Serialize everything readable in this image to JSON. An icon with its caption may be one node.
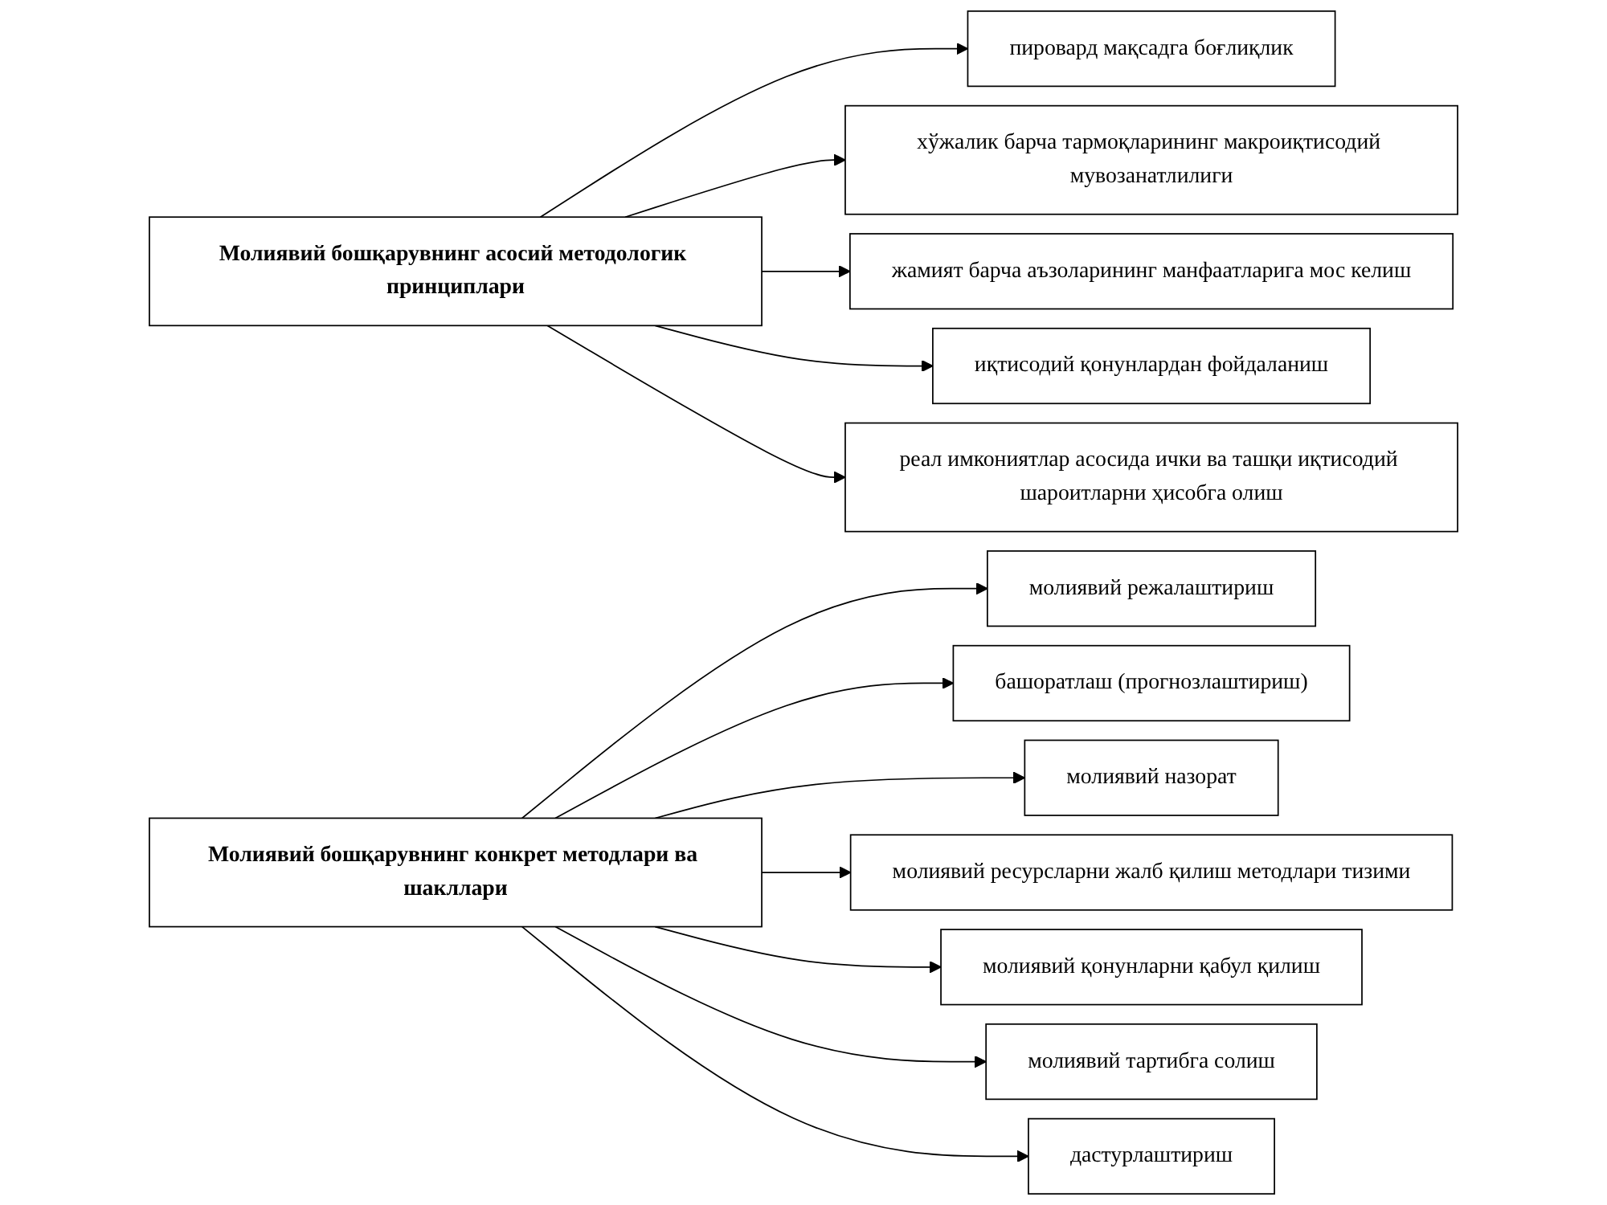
{
  "diagram": {
    "nodes": [
      {
        "text": [
          "Молиявий бошқарувнинг асосий методологик принциплари"
        ]
      },
      {
        "text": [
          "пировард мақсадга боғлиқлик"
        ]
      },
      {
        "text": [
          "хўжалик барча тармоқларининг макроиқтисодий мувозанатлилиги"
        ]
      },
      {
        "text": [
          "жамият барча аъзоларининг манфаатларига мос келиш"
        ]
      },
      {
        "text": [
          "иқтисодий қонунлардан фойдаланиш"
        ]
      },
      {
        "text": [
          "реал имкониятлар асосида ички ва ташқи иқтисодий шароитларни ҳисобга олиш"
        ]
      },
      {
        "text": [
          "Молиявий бошқарувнинг конкрет методлари ва шакллари"
        ]
      },
      {
        "text": [
          "молиявий режалаштириш"
        ]
      },
      {
        "text": [
          "дастурлаштириш"
        ]
      },
      {
        "text": [
          "башоратлаш (прогнозлаштириш)"
        ]
      },
      {
        "text": [
          "молиявий тартибга солиш"
        ]
      },
      {
        "text": [
          "молиявий назорат"
        ]
      },
      {
        "text": [
          "молиявий қонунларни қабул қилиш"
        ]
      },
      {
        "text": [
          "молиявий ресурсларни жалб қилиш методлари тизими"
        ]
      }
    ],
    "edges": [
      {
        "from": 0,
        "to": 1,
        "arrow": "to"
      },
      {
        "from": 0,
        "to": 2,
        "arrow": "to"
      },
      {
        "from": 0,
        "to": 3,
        "arrow": "to"
      },
      {
        "from": 0,
        "to": 4,
        "arrow": "to"
      },
      {
        "from": 0,
        "to": 5,
        "arrow": "to"
      },
      {
        "from": 6,
        "to": 7,
        "arrow": "to"
      },
      {
        "from": 6,
        "to": 9,
        "arrow": "to"
      },
      {
        "from": 6,
        "to": 11,
        "arrow": "to"
      },
      {
        "from": 6,
        "to": 13,
        "arrow": "to"
      },
      {
        "from": 6,
        "to": 12,
        "arrow": "to"
      },
      {
        "from": 6,
        "to": 10,
        "arrow": "to"
      },
      {
        "from": 6,
        "to": 8,
        "arrow": "to"
      }
    ]
  }
}
